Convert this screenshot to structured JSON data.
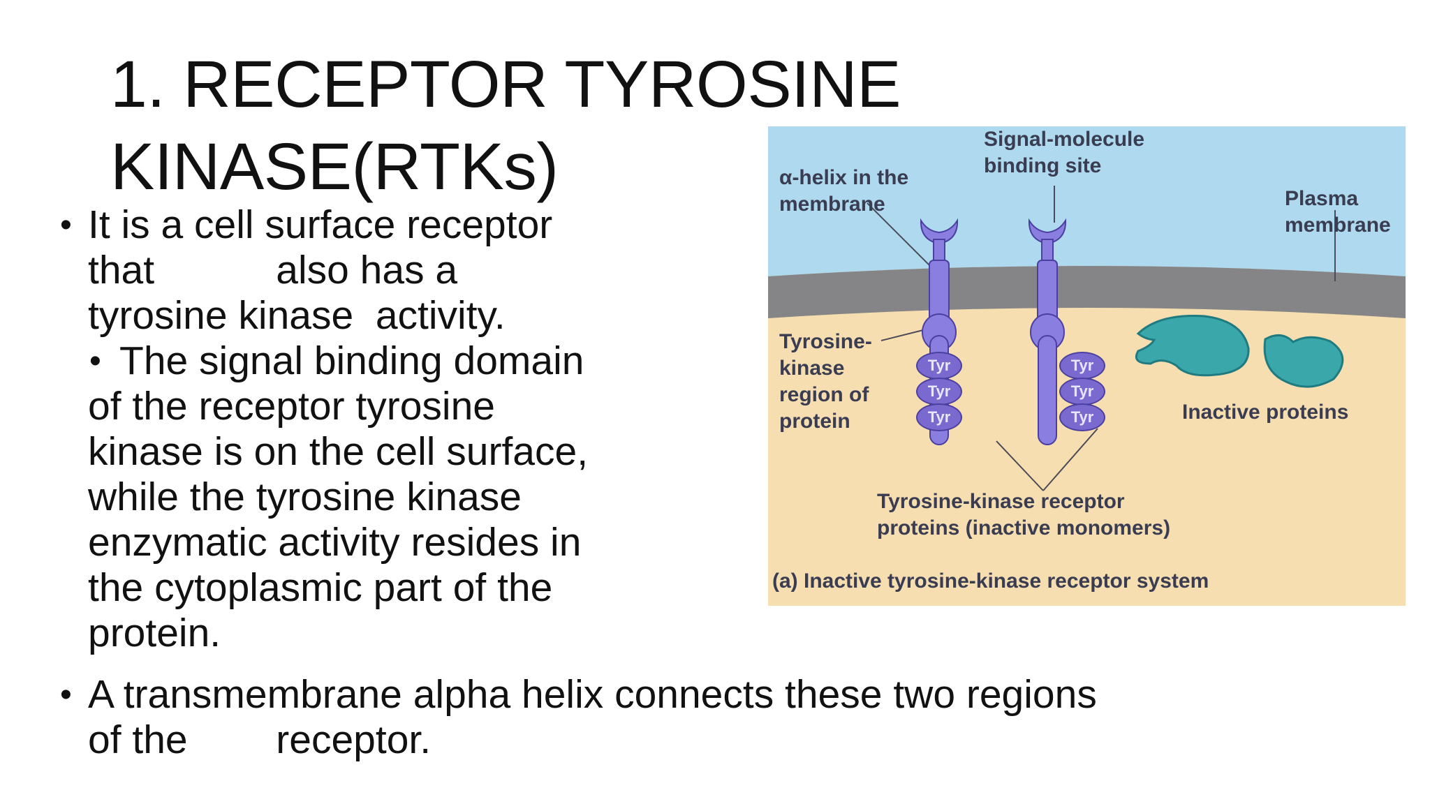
{
  "slide": {
    "title_line1": "1. RECEPTOR TYROSINE",
    "title_line2": "KINASE(RTKs)",
    "bullet1": {
      "line1": "It is a cell surface receptor",
      "line2": "that           also has a",
      "line3": "tyrosine kinase  activity."
    },
    "bullet2": {
      "line1": "The signal binding domain",
      "line2": "of the receptor tyrosine",
      "line3": "kinase is on the cell surface,",
      "line4": "while the tyrosine kinase",
      "line5": "enzymatic activity resides in",
      "line6": "the cytoplasmic part of the",
      "line7": "protein."
    },
    "bullet3": {
      "line1": "A transmembrane alpha helix connects these two regions",
      "line2": "of the        receptor."
    },
    "bullet_glyph": "•"
  },
  "figure": {
    "labels": {
      "signal_site_1": "Signal-molecule",
      "signal_site_2": "binding site",
      "alpha_helix_1": "α-helix in the",
      "alpha_helix_2": "membrane",
      "plasma_1": "Plasma",
      "plasma_2": "membrane",
      "tk_region_1": "Tyrosine-",
      "tk_region_2": "kinase",
      "tk_region_3": "region of",
      "tk_region_4": "protein",
      "inactive_proteins": "Inactive proteins",
      "monomers_1": "Tyrosine-kinase receptor",
      "monomers_2": "proteins (inactive monomers)",
      "caption": "(a) Inactive tyrosine-kinase receptor system"
    },
    "tyr": "Tyr",
    "colors": {
      "extracellular": "#aed9ef",
      "membrane": "#858587",
      "cytoplasm": "#f6deb0",
      "receptor": "#8a7ee0",
      "inactive_protein": "#3aa7aa"
    }
  }
}
